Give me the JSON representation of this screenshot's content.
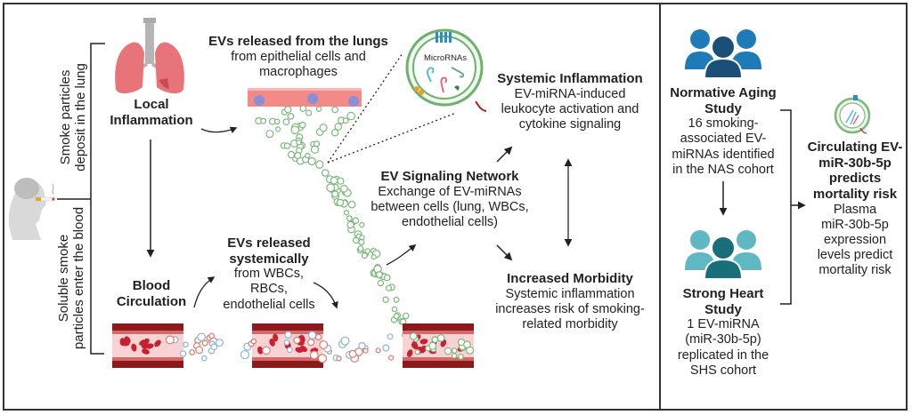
{
  "figure": {
    "left_panel": {
      "side_labels": {
        "upper": [
          "Smoke particles",
          "deposit in the lung"
        ],
        "lower": [
          "Soluble smoke",
          "particles enter the blood"
        ]
      },
      "local_inflammation": {
        "title_line1": "Local",
        "title_line2": "Inflammation"
      },
      "blood_circulation": {
        "title_line1": "Blood",
        "title_line2": "Circulation"
      },
      "evs_lungs": {
        "title": "EVs released from the lungs",
        "line1": "from epithelial cells and",
        "line2": "macrophages"
      },
      "microrna_vesicle": {
        "label": "MicroRNAs"
      },
      "systemic_inflammation": {
        "title": "Systemic Inflammation",
        "line1": "EV-miRNA-induced",
        "line2": "leukocyte activation and",
        "line3": "cytokine signaling"
      },
      "ev_signaling": {
        "title": "EV Signaling Network",
        "line1": "Exchange of EV-miRNAs",
        "line2": "between cells (lung, WBCs,",
        "line3": "endothelial cells)"
      },
      "evs_systemic": {
        "title_line1": "EVs released",
        "title_line2": "systemically",
        "line1": "from WBCs,",
        "line2": "RBCs,",
        "line3": "endothelial cells"
      },
      "increased_morbidity": {
        "title": "Increased Morbidity",
        "line1": "Systemic inflammation",
        "line2": "increases risk of smoking-",
        "line3": "related morbidity"
      }
    },
    "right_panel": {
      "nas": {
        "title_line1": "Normative Aging",
        "title_line2": "Study",
        "line1": "16 smoking-",
        "line2": "associated EV-",
        "line3": "miRNAs identified",
        "line4": "in the NAS cohort"
      },
      "shs": {
        "title_line1": "Strong Heart",
        "title_line2": "Study",
        "line1": "1 EV-miRNA",
        "line2": "(miR-30b-5p)",
        "line3": "replicated in the",
        "line4": "SHS cohort"
      },
      "result": {
        "title_line1": "Circulating EV-",
        "title_line2": "miR-30b-5p",
        "title_line3": "predicts",
        "title_line4": "mortality risk",
        "line1": "Plasma",
        "line2": "miR-30b-5p",
        "line3": "expression",
        "line4": "levels predict",
        "line5": "mortality risk"
      }
    },
    "colors": {
      "lung": "#e8747a",
      "vessel_dark": "#8b1a1a",
      "vessel_light": "#f9d3d3",
      "rbc": "#c8202f",
      "ev_green": "#7cb87c",
      "ev_blue": "#8fb4d8",
      "ev_red": "#d87d6e",
      "nas_people": "#1f7ab8",
      "nas_people_dark": "#1a4f78",
      "shs_people": "#5fb8c2",
      "shs_people_dark": "#186f7a"
    }
  }
}
